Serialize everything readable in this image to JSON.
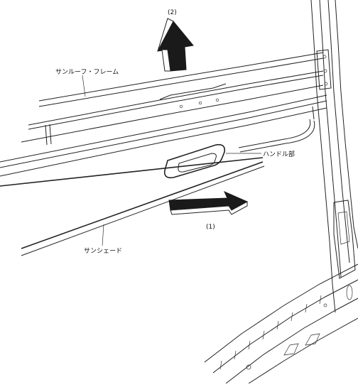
{
  "labels": {
    "sunroof_frame": "サンルーフ・フレーム",
    "handle": "ハンドル部",
    "sunshade": "サンシェード",
    "step1": "(1)",
    "step2": "(2)"
  },
  "colors": {
    "line": "#222222",
    "arrow_fill": "#1a1a1a",
    "background": "#ffffff"
  },
  "icons": {
    "step1_arrow": "arrow-right-3d-icon",
    "step2_arrow": "arrow-up-3d-icon"
  }
}
